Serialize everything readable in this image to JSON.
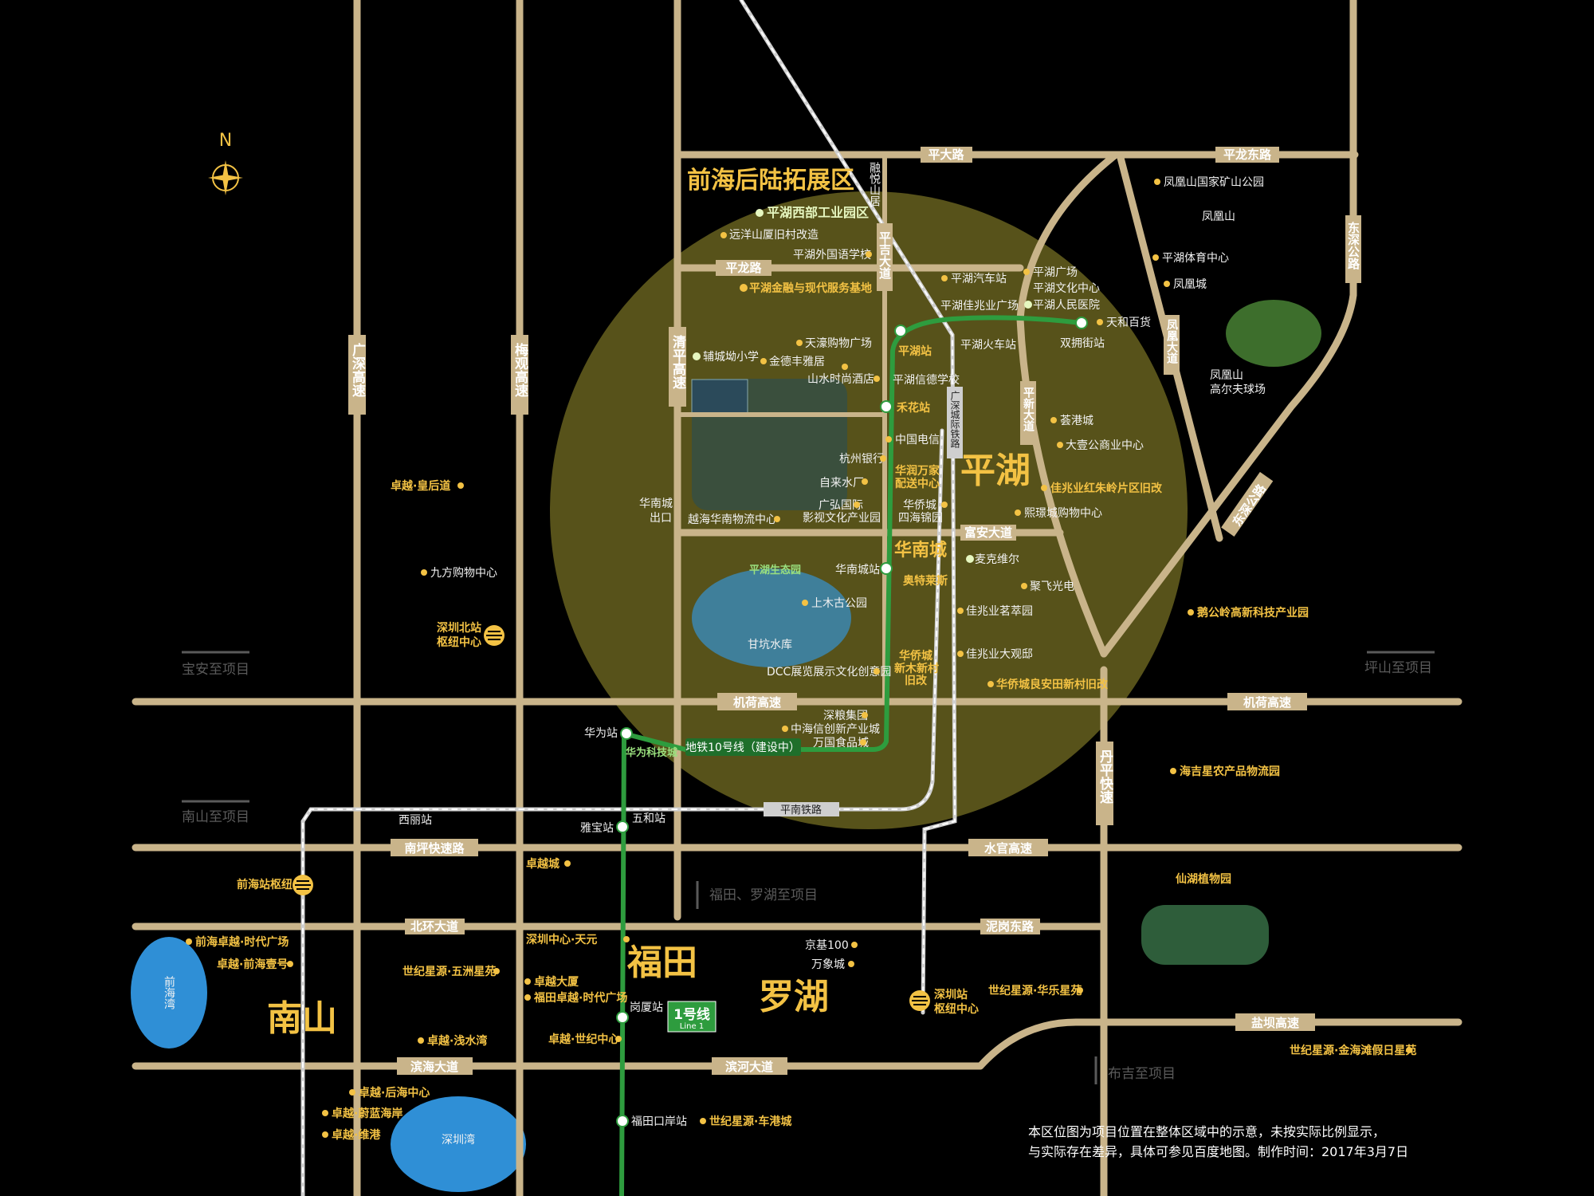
{
  "compass": {
    "label": "N"
  },
  "zone_title": "前海后陆拓展区",
  "districts": {
    "pinghu": "平湖",
    "futian": "福田",
    "luohu": "罗湖",
    "nanshan": "南山",
    "huanancheng": "华南城"
  },
  "roads": {
    "pingda": "平大路",
    "pinglong_east": "平龙东路",
    "pinglong": "平龙路",
    "fuan": "富安大道",
    "jihe": "机荷高速",
    "jihe2": "机荷高速",
    "nanping": "南坪快速路",
    "shuiguan": "水官高速",
    "beihuan": "北环大道",
    "nigang": "泥岗东路",
    "binhai": "滨海大道",
    "binhe": "滨河大道",
    "yanba": "盐坝高速",
    "pingnan_rail": "平南铁路"
  },
  "vertical_roads": {
    "guangshen": "广深高速",
    "meiguan": "梅观高速",
    "qingping": "清平高速",
    "pingji": "平吉大道",
    "guangshen_rail": "广深城际铁路",
    "pingxin": "平新大道",
    "fenghuang": "凤凰大道",
    "dongshen": "东深公路",
    "dongshen2": "东深公路",
    "danping": "丹平快速",
    "rongyue": "融悦山居"
  },
  "pois": {
    "p1": "平湖西部工业园区",
    "p2": "远洋山厦旧村改造",
    "p3": "平湖外国语学校",
    "p4": "平湖金融与现代服务基地",
    "p5": "平湖汽车站",
    "p6": "平湖佳兆业广场",
    "p7": "平湖广场",
    "p8": "平湖文化中心",
    "p9": "平湖人民医院",
    "p10": "天和百货",
    "p11": "双拥街站",
    "p12": "平湖火车站",
    "p13": "天濠购物广场",
    "p14": "金德丰雅居",
    "p15": "辅城坳小学",
    "p16": "山水时尚酒店",
    "p17": "平湖站",
    "p18": "平湖信德学校",
    "p19": "禾花站",
    "p20": "中国电信",
    "p21": "杭州银行",
    "p22": "华润万家",
    "p23": "配送中心",
    "p24": "自来水厂",
    "p25": "广弘国际",
    "p26": "影视文化产业园",
    "p27": "华侨城",
    "p28": "四海锦园",
    "p29": "华南城",
    "p30": "出口",
    "p31": "越海华南物流中心",
    "p32": "荟港城",
    "p33": "大壹公商业中心",
    "p34": "佳兆业红朱岭片区旧改",
    "p35": "熙璟城购物中心",
    "p36": "麦克维尔",
    "p37": "聚飞光电",
    "p38": "佳兆业茗萃园",
    "p39": "佳兆业大观邸",
    "p40": "华侨城良安田新村旧改",
    "p41": "平湖生态园",
    "p42": "华南城站",
    "p43": "奥特莱斯",
    "p44": "上木古公园",
    "p45": "甘坑水库",
    "p46": "DCC展览展示文化创意园",
    "p47": "华侨城",
    "p48": "新木新村",
    "p49": "旧改",
    "p50": "深粮集团",
    "p51": "中海信创新产业城",
    "p52": "万国食品城",
    "p53": "凤凰山国家矿山公园",
    "p54": "凤凰山",
    "p55": "平湖体育中心",
    "p56": "凤凰城",
    "p57": "凤凰山",
    "p58": "高尔夫球场",
    "p59": "鹅公岭高新科技产业园",
    "p60": "海吉星农产品物流园",
    "p61": "仙湖植物园",
    "p62": "卓越·皇后道",
    "p63": "九方购物中心",
    "p64": "深圳北站",
    "p65": "枢纽中心",
    "p66": "华为站",
    "p67": "华为科技城",
    "p68": "西丽站",
    "p69": "雅宝站",
    "p70": "五和站",
    "p71": "卓越城",
    "p72": "前海站枢纽",
    "p73": "前海卓越·时代广场",
    "p74": "卓越·前海壹号",
    "p75": "世纪星源·五洲星苑",
    "p76": "深圳中心·天元",
    "p77": "卓越大厦",
    "p78": "福田卓越·时代广场",
    "p79": "岗厦站",
    "p80": "卓越·浅水湾",
    "p81": "卓越·世纪中心",
    "p82": "京基100",
    "p83": "万象城",
    "p84": "深圳站",
    "p85": "枢纽中心",
    "p86": "世纪星源·华乐星苑",
    "p87": "世纪星源·金海滩假日星苑",
    "p88": "卓越·后海中心",
    "p89": "卓越·蔚蓝海岸",
    "p90": "卓越·维港",
    "p91": "福田口岸站",
    "p92": "世纪星源·车港城",
    "p93": "前海湾",
    "p94": "深圳湾"
  },
  "metro": {
    "line10": "地铁10号线（建设中）",
    "line1_num": "1号线",
    "line1_en": "Line 1"
  },
  "directions": {
    "baoan": "宝安至项目",
    "pingshan": "坪山至项目",
    "nanshan": "南山至项目",
    "futian_luohu": "福田、罗湖至项目",
    "buji": "布吉至项目"
  },
  "disclaimer": {
    "line1": "本区位图为项目位置在整体区域中的示意，未按实际比例显示，",
    "line2": "与实际存在差异，具体可参见百度地图。制作时间：2017年3月7日"
  },
  "colors": {
    "road": "#c9b48a",
    "circle": "#57521a",
    "metro": "#2e9c3e",
    "accent": "#f3c244",
    "water": "#2f8fd6"
  }
}
